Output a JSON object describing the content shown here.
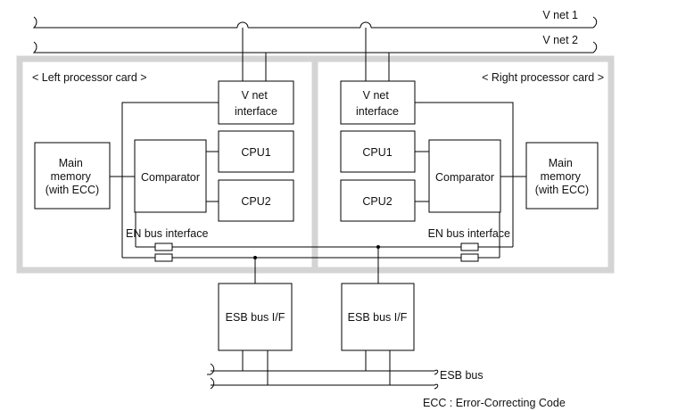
{
  "networks": {
    "vnet1": "V net 1",
    "vnet2": "V net 2",
    "esb_bus": "ESB bus"
  },
  "left_card": {
    "title": "< Left processor card >",
    "vnet_interface": [
      "V net",
      "interface"
    ],
    "cpu1": "CPU1",
    "cpu2": "CPU2",
    "comparator": "Comparator",
    "main_memory": [
      "Main",
      "memory",
      "(with ECC)"
    ],
    "en_bus_interface": "EN bus interface"
  },
  "right_card": {
    "title": "< Right processor card >",
    "vnet_interface": [
      "V net",
      "interface"
    ],
    "cpu1": "CPU1",
    "cpu2": "CPU2",
    "comparator": "Comparator",
    "main_memory": [
      "Main",
      "memory",
      "(with ECC)"
    ],
    "en_bus_interface": "EN bus interface"
  },
  "esb_interfaces": [
    "ESB bus I/F",
    "ESB bus I/F"
  ],
  "footnote": "ECC : Error-Correcting Code",
  "colors": {
    "card_border": "#d4d4d4",
    "line": "#000000"
  }
}
